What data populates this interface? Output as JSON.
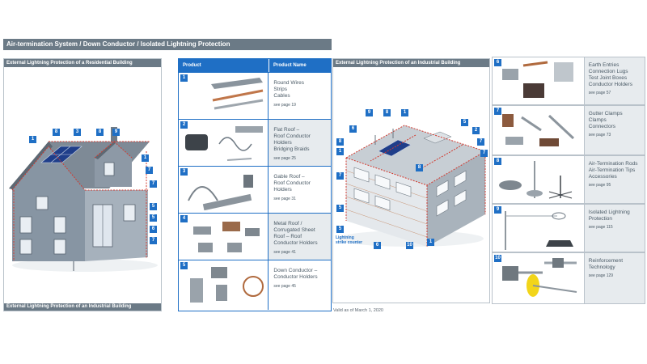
{
  "header": {
    "title": "Air-termination System / Down Conductor / Isolated Lightning Protection"
  },
  "residential": {
    "heading": "External Lightning Protection of a Residential Building",
    "footer": "External Lightning Protection of an Industrial Building",
    "markers": [
      "1",
      "8",
      "3",
      "8",
      "9",
      "1",
      "7",
      "7",
      "5",
      "5",
      "6",
      "7"
    ]
  },
  "table": {
    "col_product": "Product",
    "col_name": "Product Name",
    "rows": [
      {
        "num": "1",
        "lines": [
          "Round Wires",
          "Strips",
          "Cables"
        ],
        "see": "see page 19"
      },
      {
        "num": "2",
        "lines": [
          "Flat Roof –",
          "Roof Conductor",
          "Holders",
          "Bridging Braids"
        ],
        "see": "see page 25"
      },
      {
        "num": "3",
        "lines": [
          "Gable Roof –",
          "Roof Conductor",
          "Holders"
        ],
        "see": "see page 31"
      },
      {
        "num": "4",
        "lines": [
          "Metal Roof /",
          "Corrugated Sheet",
          "Roof – Roof",
          "Conductor Holders"
        ],
        "see": "see page 41"
      },
      {
        "num": "5",
        "lines": [
          "Down Conductor –",
          "Conductor Holders"
        ],
        "see": "see page 45"
      }
    ]
  },
  "industrial": {
    "heading": "External Lightning Protection of an Industrial Building",
    "strike_label_1": "Lightning",
    "strike_label_2": "strike counter",
    "markers": [
      "9",
      "8",
      "1",
      "6",
      "8",
      "8",
      "5",
      "2",
      "7",
      "7",
      "1",
      "7",
      "5",
      "5",
      "6",
      "10",
      "1"
    ]
  },
  "valid": "Valid as of March 1, 2020",
  "catalog": [
    {
      "num": "6",
      "lines": [
        "Earth Entries",
        "Connection Lugs",
        "Test Joint Boxes",
        "Conductor Holders"
      ],
      "see": "see page 57"
    },
    {
      "num": "7",
      "lines": [
        "Gutter Clamps",
        "Clamps",
        "Connectors"
      ],
      "see": "see page 73"
    },
    {
      "num": "8",
      "lines": [
        "Air-Termination Rods",
        "Air-Termination Tips",
        "Accessories"
      ],
      "see": "see page 95"
    },
    {
      "num": "9",
      "lines": [
        "Isolated Lightning",
        "Protection"
      ],
      "see": "see page 115"
    },
    {
      "num": "10",
      "lines": [
        "Reinforcement",
        "Technology"
      ],
      "see": "see page 129"
    }
  ],
  "colors": {
    "accent": "#1f6fc5",
    "banner": "#6b7a86",
    "row_alt": "#e7ebee"
  }
}
